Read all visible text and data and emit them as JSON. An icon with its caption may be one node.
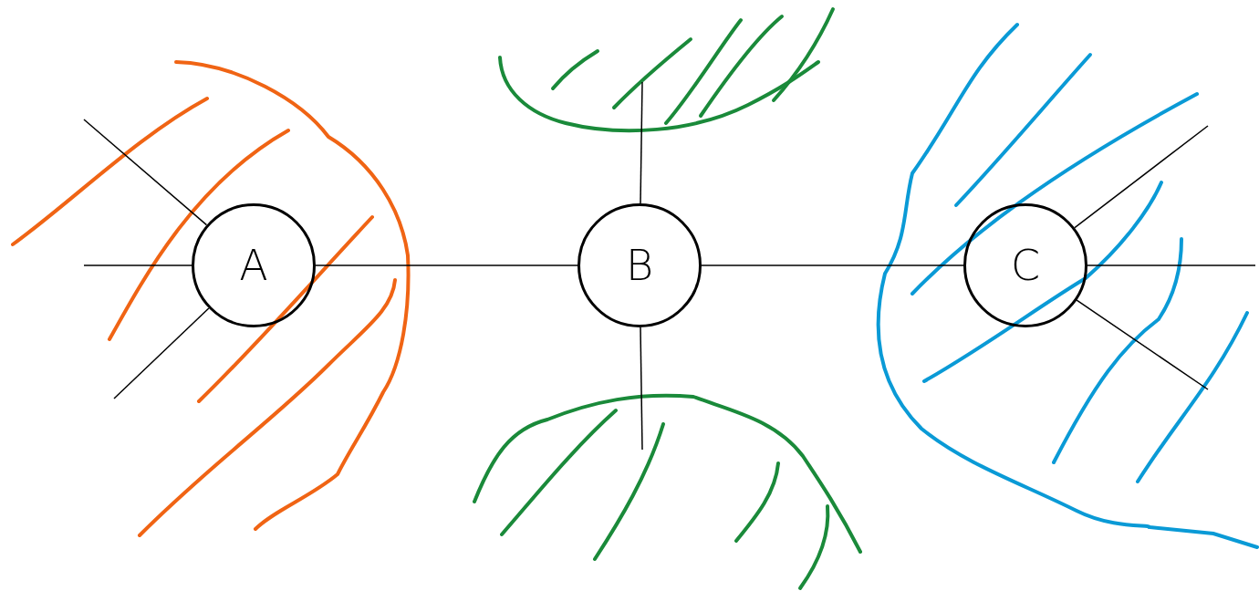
{
  "diagram": {
    "nodes": [
      {
        "text": [
          "A"
        ]
      },
      {
        "text": [
          "B"
        ]
      },
      {
        "text": [
          "C"
        ]
      }
    ],
    "edges": [
      {
        "from": 0,
        "to": null,
        "arrow": "none"
      },
      {
        "from": 0,
        "to": null,
        "arrow": "none"
      },
      {
        "from": 0,
        "to": null,
        "arrow": "none"
      },
      {
        "from": 0,
        "to": 1,
        "arrow": "none"
      },
      {
        "from": 1,
        "to": null,
        "arrow": "none"
      },
      {
        "from": 1,
        "to": null,
        "arrow": "none"
      },
      {
        "from": 1,
        "to": 2,
        "arrow": "none"
      },
      {
        "from": 2,
        "to": null,
        "arrow": "none"
      },
      {
        "from": 2,
        "to": null,
        "arrow": "none"
      },
      {
        "from": 2,
        "to": null,
        "arrow": "none"
      }
    ]
  }
}
